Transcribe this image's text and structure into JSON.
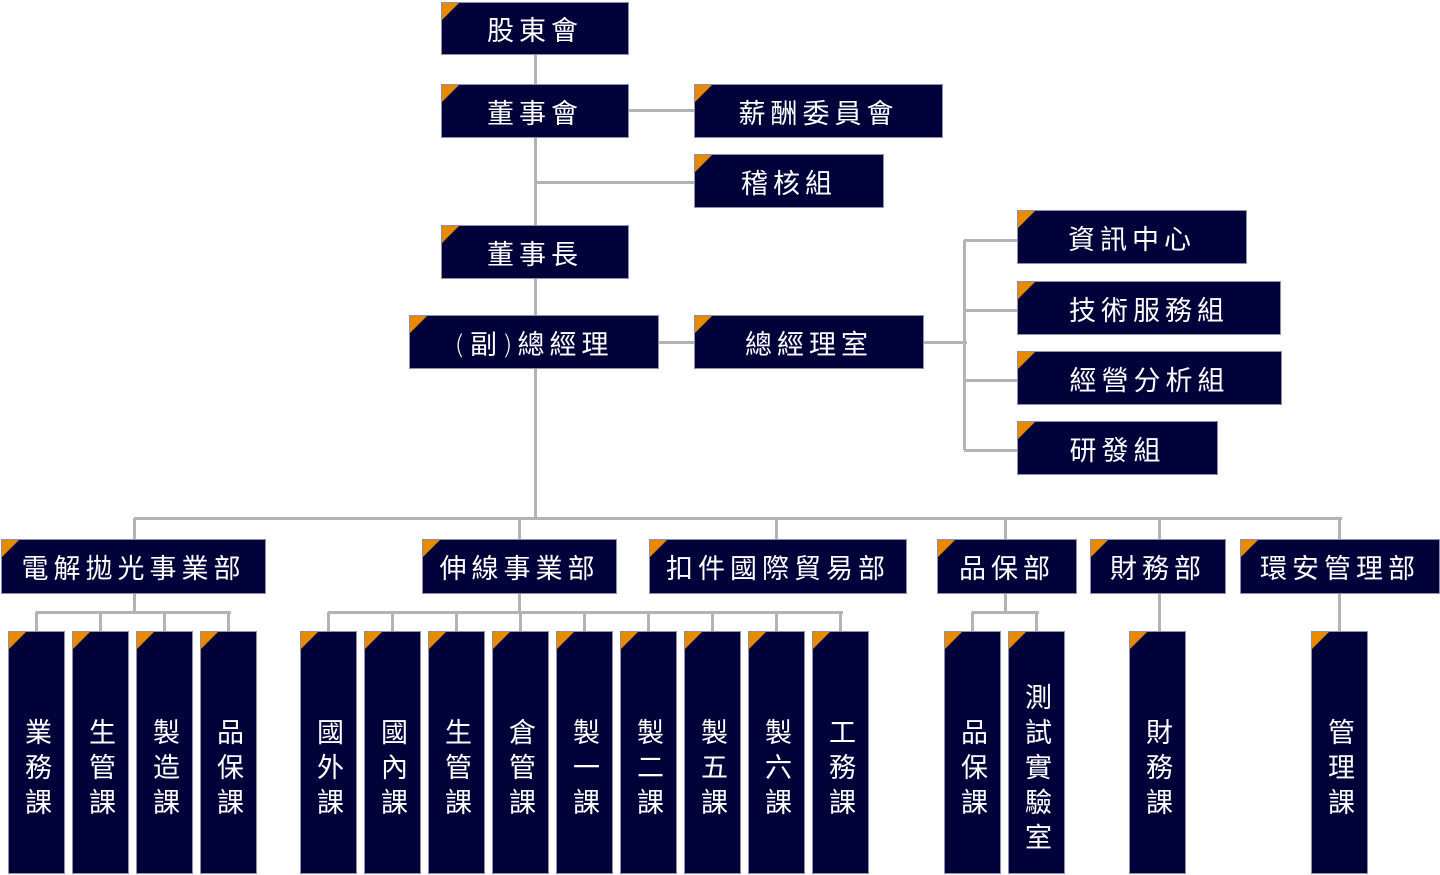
{
  "colors": {
    "box": "#02023a",
    "accent": "#e88a00",
    "line": "#b3b3b3",
    "text": "#ffffff"
  },
  "top": {
    "shareholders": "股東會",
    "board": "董事會",
    "compensation": "薪酬委員會",
    "audit": "稽核組",
    "chairman": "董事長",
    "gm": "(副)總經理",
    "gm_office": "總經理室",
    "it": "資訊中心",
    "tech": "技術服務組",
    "analysis": "經營分析組",
    "rd": "研發組"
  },
  "departments": [
    {
      "name": "電解拋光事業部",
      "sections": [
        "業務課",
        "生管課",
        "製造課",
        "品保課"
      ]
    },
    {
      "name": "伸線事業部",
      "sections": [
        "國外課",
        "國內課",
        "生管課",
        "倉管課",
        "製一課",
        "製二課",
        "製五課",
        "製六課",
        "工務課"
      ]
    },
    {
      "name": "扣件國際貿易部",
      "sections": []
    },
    {
      "name": "品保部",
      "sections": [
        "品保課",
        "測試實驗室"
      ]
    },
    {
      "name": "財務部",
      "sections": [
        "財務課"
      ]
    },
    {
      "name": "環安管理部",
      "sections": [
        "管理課"
      ]
    }
  ]
}
